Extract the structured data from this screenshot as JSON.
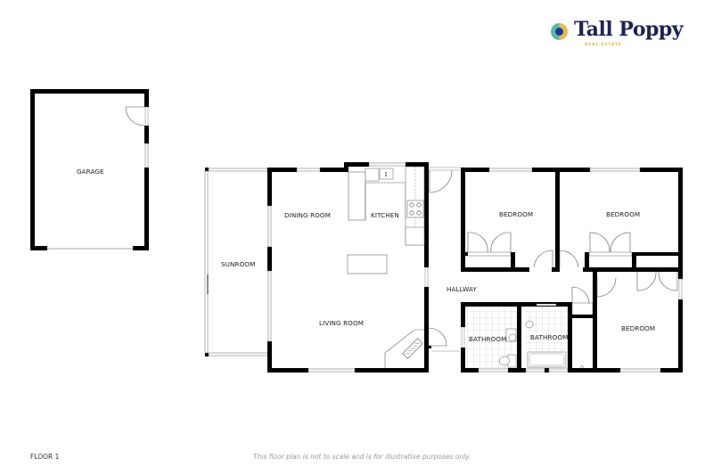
{
  "brand": {
    "name": "Tall Poppy",
    "subtitle": "REAL ESTATE",
    "colors": {
      "navy": "#1c2259",
      "gold": "#e0b84a",
      "teal": "#5ab9a8",
      "blue": "#1b3a8f"
    }
  },
  "floor": {
    "label": "FLOOR 1"
  },
  "disclaimer": "This floor plan is not to scale and is for illustrative purposes only.",
  "rooms": {
    "garage": "GARAGE",
    "sunroom": "SUNROOM",
    "dining_room": "DINING ROOM",
    "kitchen": "KITCHEN",
    "living_room": "LIVING ROOM",
    "hallway": "HALLWAY",
    "bedroom_1": "BEDROOM",
    "bedroom_2": "BEDROOM",
    "bedroom_3": "BEDROOM",
    "bathroom_1": "BATHROOM",
    "bathroom_2": "BATHROOM"
  },
  "colors": {
    "wall": "#000000",
    "background": "#ffffff",
    "fixture_line": "#555555",
    "tile": "#cccccc"
  }
}
